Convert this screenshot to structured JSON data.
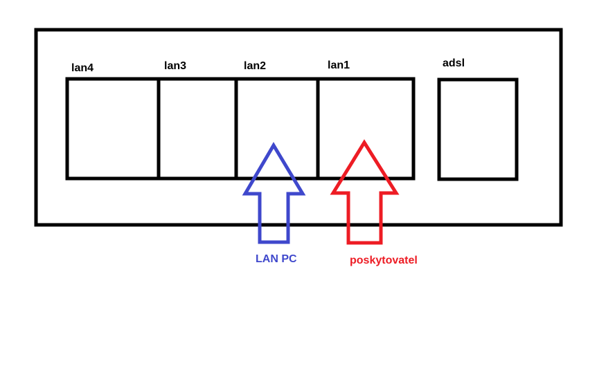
{
  "ports": [
    "lan4",
    "lan3",
    "lan2",
    "lan1",
    "adsl"
  ],
  "arrows": [
    {
      "label": "LAN PC",
      "target": "lan2",
      "color": "#3f48cc"
    },
    {
      "label": "poskytovatel",
      "target": "lan1",
      "color": "#ed1c24"
    }
  ]
}
